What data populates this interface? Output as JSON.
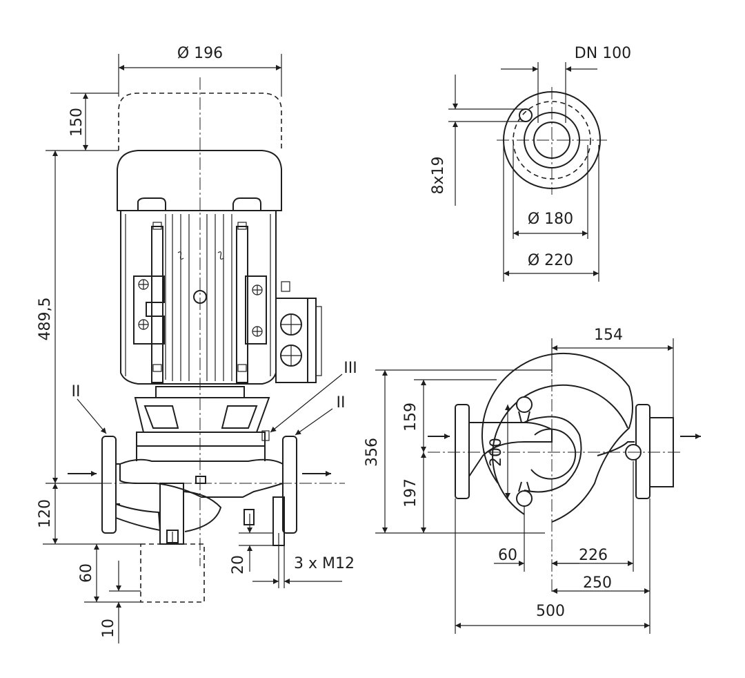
{
  "dimensions": {
    "motor_diameter": "Ø 196",
    "motor_removal_clearance": "150",
    "total_height": "489,5",
    "flange_height": "120",
    "base_height": "60",
    "base_offset": "10",
    "foot_height": "20",
    "bolts": "3 x M12",
    "nominal_diameter": "DN 100",
    "bolt_holes": "8x19",
    "bolt_circle": "Ø 180",
    "flange_outer": "Ø 220",
    "depth_offset": "154",
    "width_total": "356",
    "width_upper": "159",
    "width_lower": "197",
    "hole_spacing": "200",
    "hole_offset": "60",
    "center_offset_a": "226",
    "center_offset_b": "250",
    "flange_to_flange": "500"
  },
  "labels": {
    "vent_left": "II",
    "vent_right": "II",
    "vent_top": "III"
  }
}
